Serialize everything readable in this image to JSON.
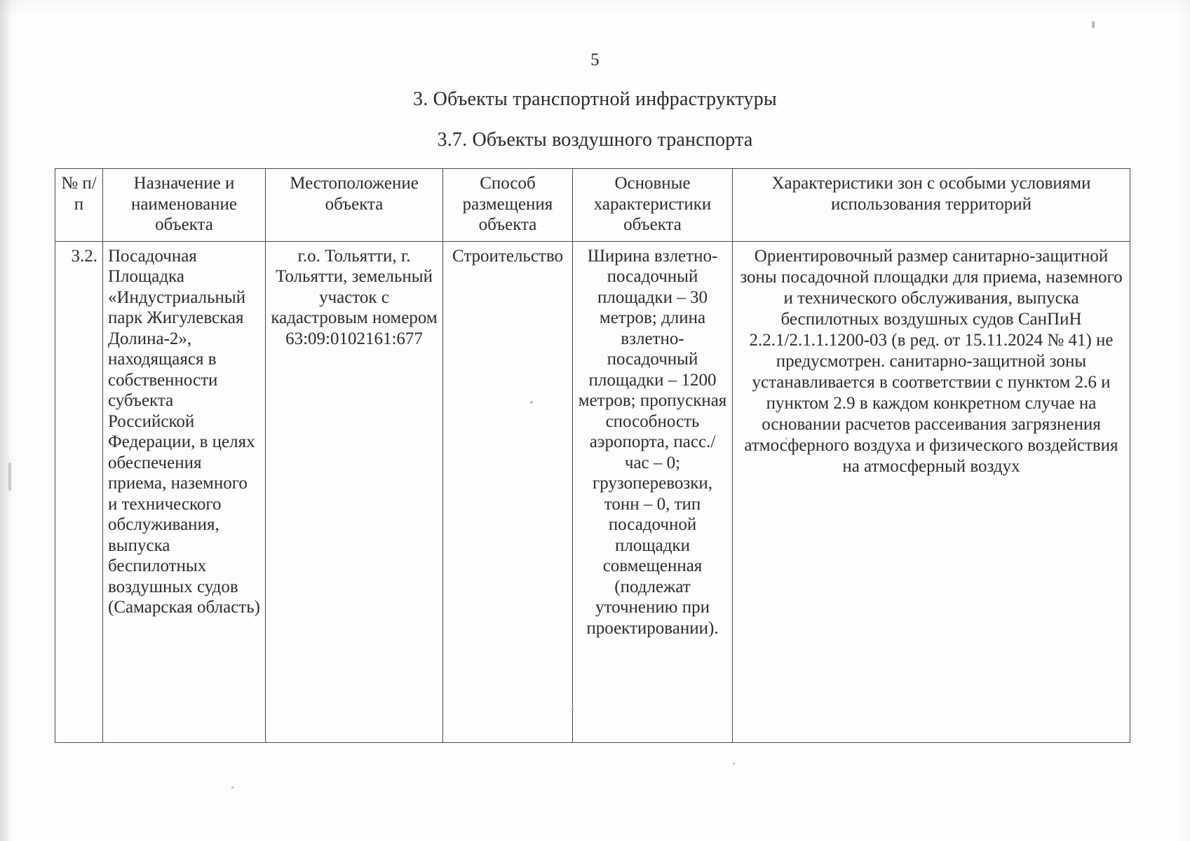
{
  "page": {
    "number": "5"
  },
  "headings": {
    "section": "3. Объекты транспортной инфраструктуры",
    "subsection": "3.7. Объекты воздушного транспорта"
  },
  "table": {
    "columns": [
      {
        "label": "№ п/п"
      },
      {
        "label": "Назначение и наименование объекта"
      },
      {
        "label": "Местоположение объекта"
      },
      {
        "label": "Способ размещения объекта"
      },
      {
        "label": "Основные характеристики объекта"
      },
      {
        "label": "Характеристики зон с особыми условиями использования территорий"
      }
    ],
    "rows": [
      {
        "number": "3.2.",
        "name": "Посадочная Площадка «Индустриальный парк Жигулевская Долина-2», находящаяся в собственности субъекта Российской Федерации, в целях обеспечения приема, наземного и технического обслуживания, выпуска беспилотных воздушных судов (Самарская область)",
        "location": "г.о. Тольятти, г. Тольятти, земельный участок с кадастровым номером 63:09:0102161:677",
        "placement_method": "Строительство",
        "main_characteristics": "Ширина взлетно-посадочный площадки – 30 метров; длина взлетно-посадочный площадки – 1200 метров; пропускная способность аэропорта, пасс./час – 0; грузоперевозки, тонн – 0, тип посадочной площадки совмещенная (подлежат уточнению при проектировании).",
        "protection_zones": "Ориентировочный размер санитарно-защитной зоны посадочной площадки для приема, наземного и технического обслуживания, выпуска беспилотных воздушных судов СанПиН 2.2.1/2.1.1.1200-03 (в ред. от 15.11.2024 № 41) не предусмотрен. санитарно-защитной зоны устанавливается в соответствии с пунктом 2.6 и пунктом 2.9 в каждом конкретном случае на основании расчетов рассеивания загрязнения атмосферного воздуха и физического воздействия на атмосферный воздух"
      }
    ]
  }
}
